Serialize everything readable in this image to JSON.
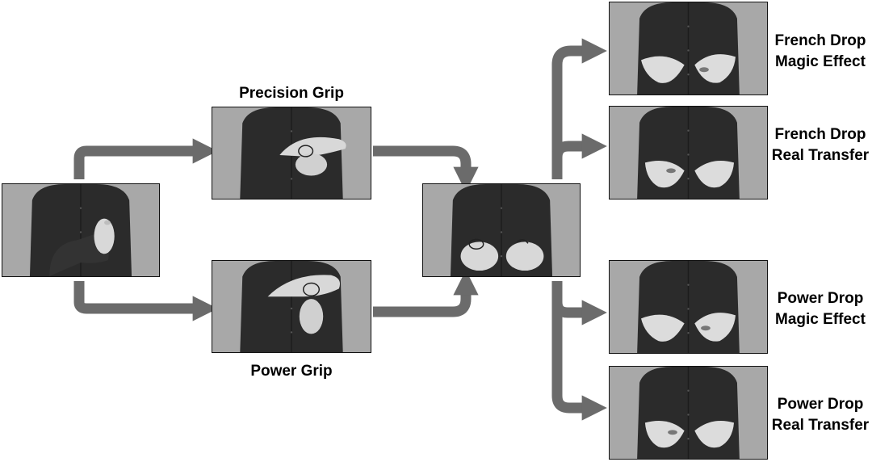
{
  "labels": {
    "precision_grip": "Precision Grip",
    "power_grip": "Power Grip",
    "french_drop_magic": [
      "French Drop",
      "Magic Effect"
    ],
    "french_drop_real": [
      "French Drop",
      "Real Transfer"
    ],
    "power_drop_magic": [
      "Power Drop",
      "Magic Effect"
    ],
    "power_drop_real": [
      "Power Drop",
      "Real Transfer"
    ]
  },
  "colors": {
    "arrow": "#6b6b6b",
    "shirt": "#2b2b2b",
    "background": "#a8a8a8",
    "hand": "#d8d8d8"
  },
  "photos": {
    "start": "person holding coin between fingertips",
    "precision": "right hand over left hand, precision grip",
    "power": "right hand over left fist, power grip",
    "closed_fists": "two closed fists presented",
    "open_hands": "two open palms with coin"
  }
}
